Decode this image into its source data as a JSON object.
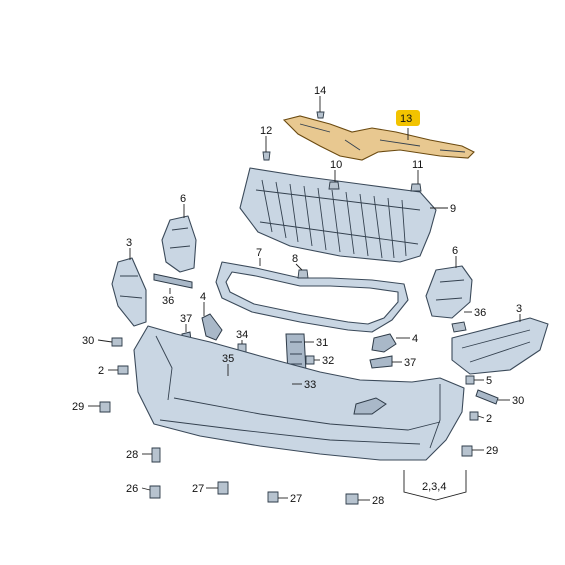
{
  "callouts": [
    {
      "id": "c14",
      "text": "14"
    },
    {
      "id": "c13",
      "text": "13",
      "highlight": true
    },
    {
      "id": "c12",
      "text": "12"
    },
    {
      "id": "c10",
      "text": "10"
    },
    {
      "id": "c11",
      "text": "11"
    },
    {
      "id": "c9",
      "text": "9"
    },
    {
      "id": "c6a",
      "text": "6"
    },
    {
      "id": "c6b",
      "text": "6"
    },
    {
      "id": "c3a",
      "text": "3"
    },
    {
      "id": "c3b",
      "text": "3"
    },
    {
      "id": "c7",
      "text": "7"
    },
    {
      "id": "c8",
      "text": "8"
    },
    {
      "id": "c36a",
      "text": "36"
    },
    {
      "id": "c36b",
      "text": "36"
    },
    {
      "id": "c4a",
      "text": "4"
    },
    {
      "id": "c4b",
      "text": "4"
    },
    {
      "id": "c37a",
      "text": "37"
    },
    {
      "id": "c37b",
      "text": "37"
    },
    {
      "id": "c34",
      "text": "34"
    },
    {
      "id": "c31",
      "text": "31"
    },
    {
      "id": "c32",
      "text": "32"
    },
    {
      "id": "c35",
      "text": "35"
    },
    {
      "id": "c33",
      "text": "33"
    },
    {
      "id": "c30a",
      "text": "30"
    },
    {
      "id": "c30b",
      "text": "30"
    },
    {
      "id": "c2a",
      "text": "2"
    },
    {
      "id": "c2b",
      "text": "2"
    },
    {
      "id": "c5",
      "text": "5"
    },
    {
      "id": "c29a",
      "text": "29"
    },
    {
      "id": "c29b",
      "text": "29"
    },
    {
      "id": "c28a",
      "text": "28"
    },
    {
      "id": "c28b",
      "text": "28"
    },
    {
      "id": "c26",
      "text": "26"
    },
    {
      "id": "c27a",
      "text": "27"
    },
    {
      "id": "c27b",
      "text": "27"
    },
    {
      "id": "c234",
      "text": "2,3,4"
    }
  ],
  "colors": {
    "part_fill": "#c9d6e3",
    "highlight_part": "#e8c890",
    "highlight_label": "#f2c300",
    "line": "#222222"
  }
}
